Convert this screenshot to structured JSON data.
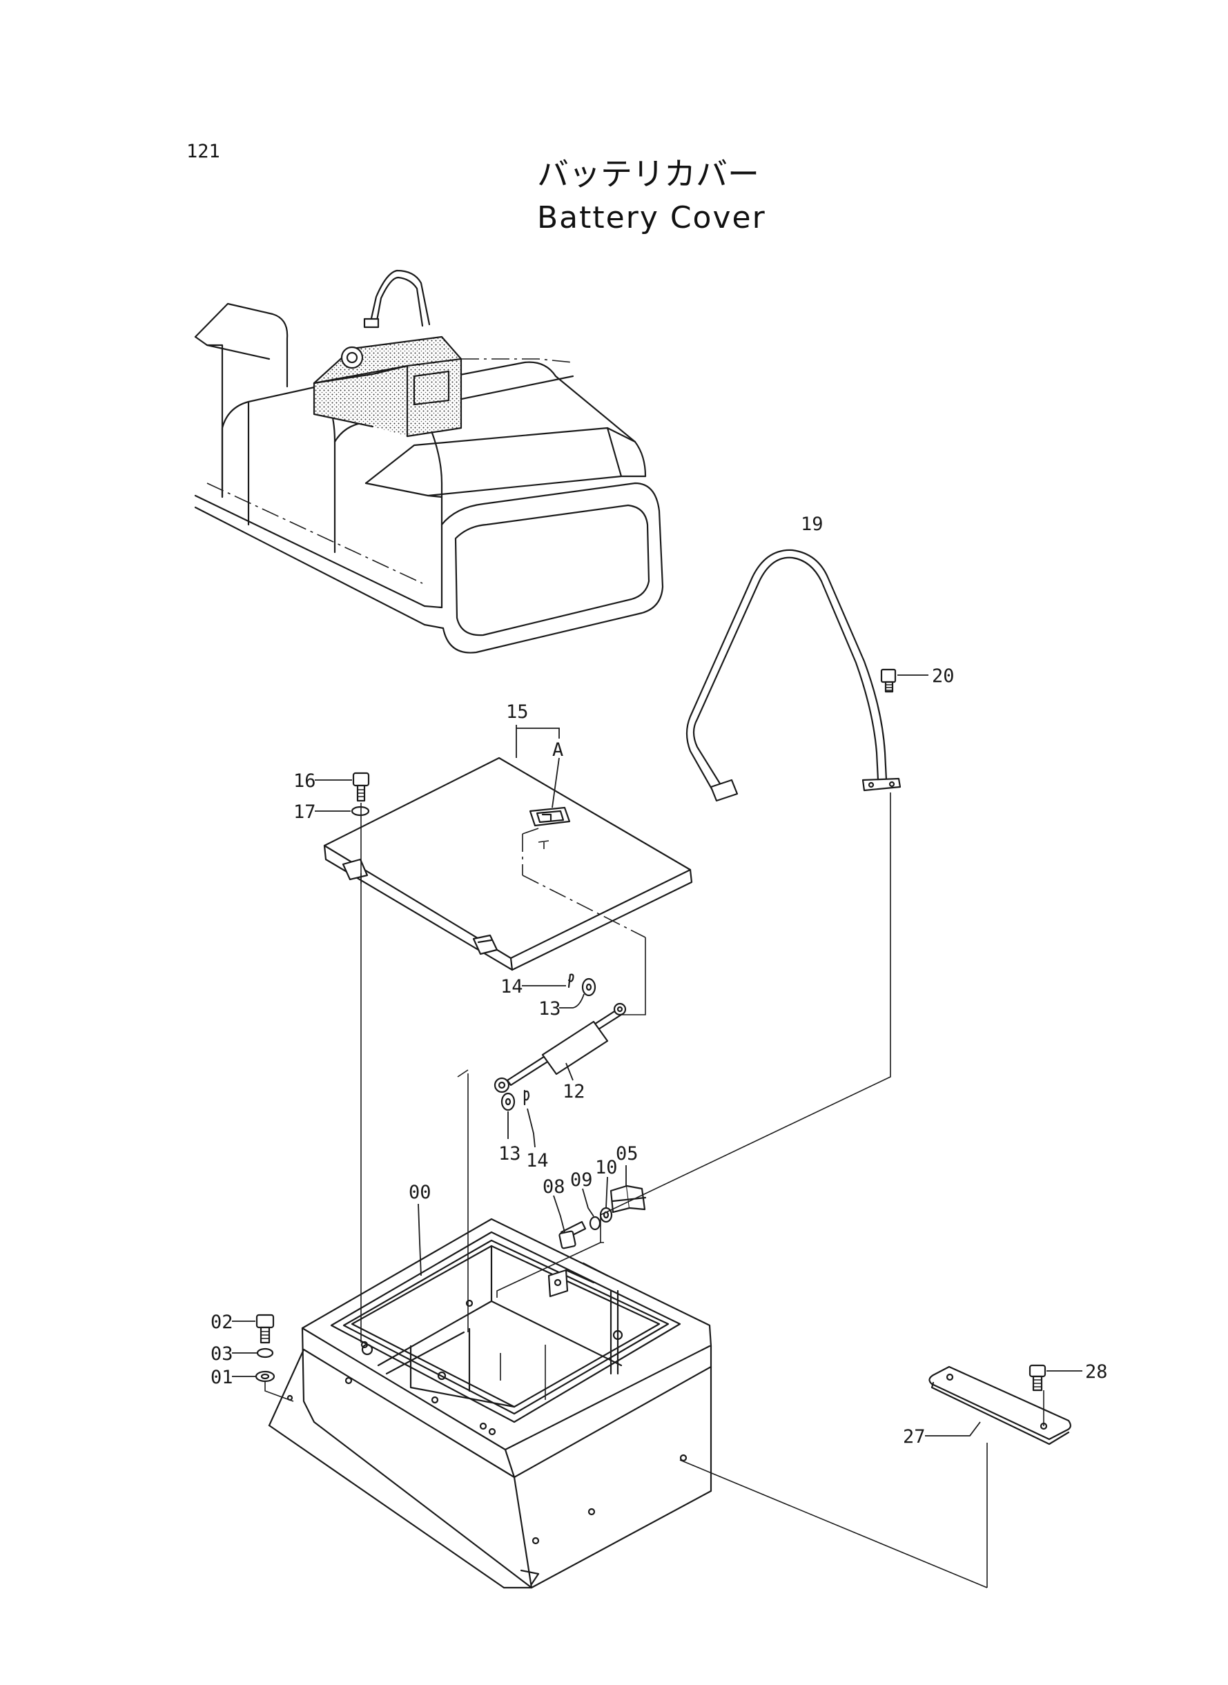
{
  "page_number": "121",
  "title_ja": "バッテリカバー",
  "title_en": "Battery Cover",
  "detail_label": "A",
  "callouts": {
    "p00": "00",
    "p01": "01",
    "p02": "02",
    "p03": "03",
    "p05": "05",
    "p08": "08",
    "p09": "09",
    "p10": "10",
    "p12": "12",
    "p13a": "13",
    "p13b": "13",
    "p14a": "14",
    "p14b": "14",
    "p15": "15",
    "p16": "16",
    "p17": "17",
    "p19": "19",
    "p20": "20",
    "p27": "27",
    "p28": "28"
  }
}
